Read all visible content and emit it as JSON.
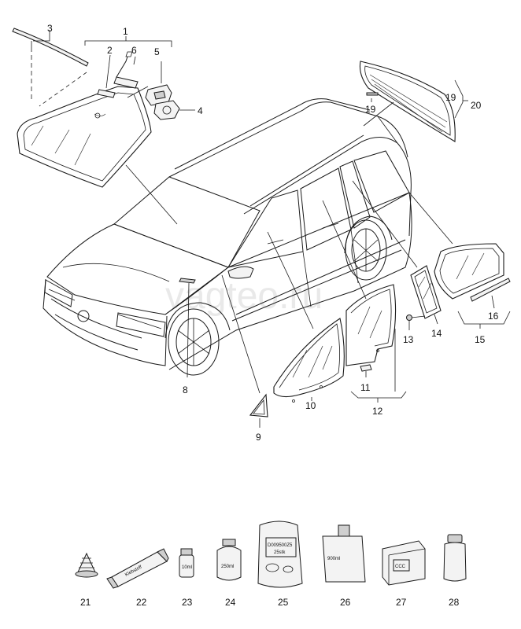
{
  "watermark": "vagteo.ru",
  "callouts": [
    "1",
    "2",
    "3",
    "4",
    "5",
    "6",
    "8",
    "9",
    "10",
    "11",
    "12",
    "13",
    "14",
    "15",
    "16",
    "19",
    "19",
    "20",
    "21",
    "22",
    "23",
    "24",
    "25",
    "26",
    "27",
    "28"
  ],
  "product_labels": {
    "tube": "Klebstoff",
    "bottle_10": "10ml",
    "can_250": "250ml",
    "bag_code": "D009500Z5",
    "bag_qty": "25stk",
    "box_900": "900ml",
    "box_logo": "CCC"
  }
}
